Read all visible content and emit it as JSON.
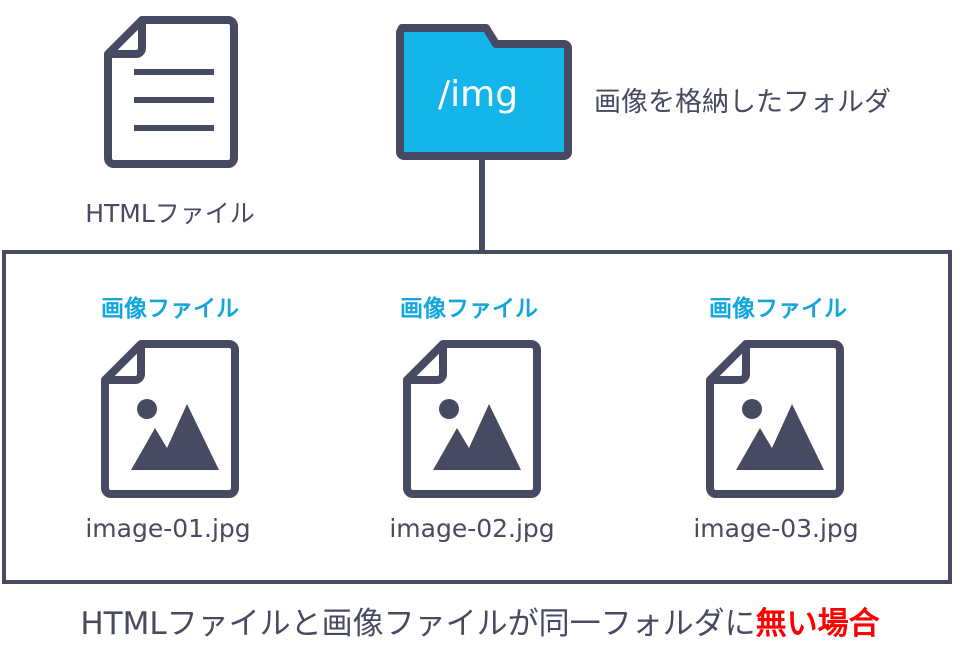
{
  "html_file": {
    "label": "HTMLファイル",
    "icon": "document-icon"
  },
  "folder": {
    "name": "/img",
    "description": "画像を格納したフォルダ",
    "icon": "folder-icon",
    "color": "#13b5ea"
  },
  "images": [
    {
      "heading": "画像ファイル",
      "filename": "image-01.jpg",
      "icon": "image-file-icon"
    },
    {
      "heading": "画像ファイル",
      "filename": "image-02.jpg",
      "icon": "image-file-icon"
    },
    {
      "heading": "画像ファイル",
      "filename": "image-03.jpg",
      "icon": "image-file-icon"
    }
  ],
  "caption": {
    "text": "HTMLファイルと画像ファイルが同一フォルダに",
    "emphasis": "無い場合",
    "emphasis_color": "#ff0000"
  },
  "colors": {
    "stroke": "#474b62",
    "accent_blue": "#13a6de"
  }
}
